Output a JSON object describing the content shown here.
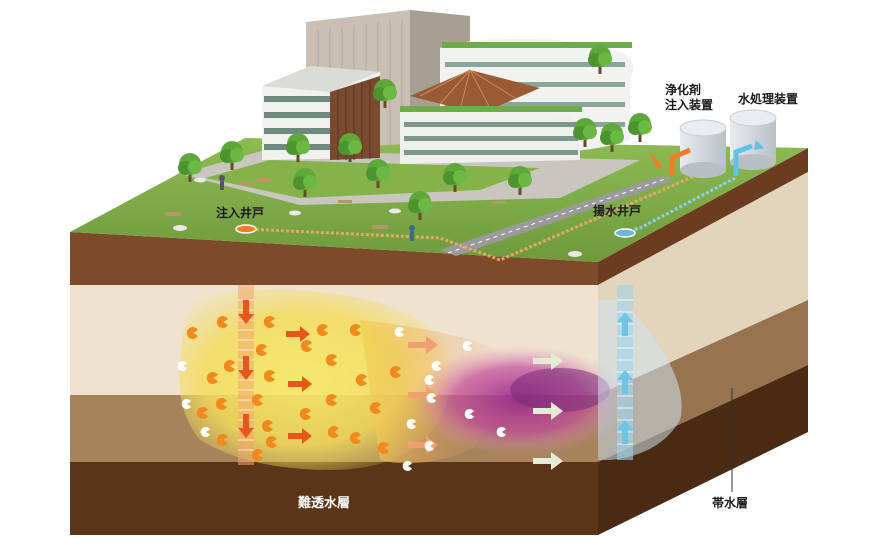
{
  "labels": {
    "injection_well": "注入井戸",
    "extraction_well": "揚水井戸",
    "purifier_line1": "浄化剤",
    "purifier_line2": "注入装置",
    "water_treatment": "水処理装置",
    "aquitard": "難透水層",
    "aquifer": "帯水層"
  },
  "colors": {
    "grass": "#7fa845",
    "soil_side": "#7a4a2a",
    "aquifer_band": "#efe3cf",
    "aquitard_band": "#a8845e",
    "bottom_layer": "#5a3418",
    "injection_flow": "#e8641e",
    "extraction_flow": "#6ab8d8",
    "contaminant": "#b43c8c",
    "cleanup_zone": "#f2dc5a"
  },
  "icons": {
    "flow_arrow_orange": "arrow-right-icon",
    "flow_arrow_down": "arrow-down-icon",
    "flow_arrow_up": "arrow-up-icon",
    "microbe": "pacman-microbe-icon"
  }
}
